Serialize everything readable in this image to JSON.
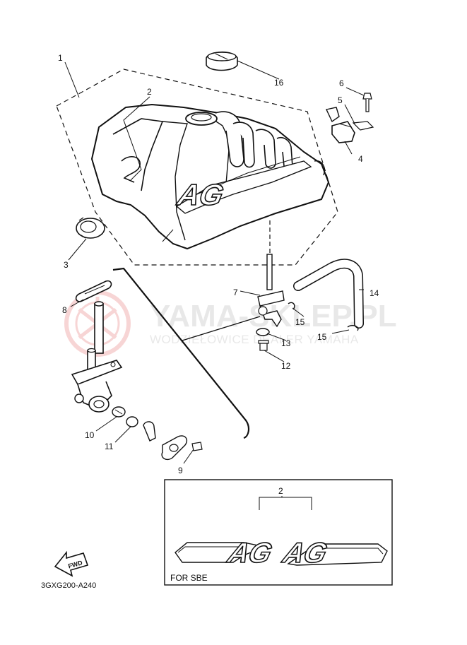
{
  "diagram": {
    "callouts": [
      {
        "id": "1",
        "text": "1"
      },
      {
        "id": "2",
        "text": "2"
      },
      {
        "id": "3",
        "text": "3"
      },
      {
        "id": "4",
        "text": "4"
      },
      {
        "id": "5",
        "text": "5"
      },
      {
        "id": "6",
        "text": "6"
      },
      {
        "id": "7",
        "text": "7"
      },
      {
        "id": "8",
        "text": "8"
      },
      {
        "id": "9",
        "text": "9"
      },
      {
        "id": "10",
        "text": "10"
      },
      {
        "id": "11",
        "text": "11"
      },
      {
        "id": "12",
        "text": "12"
      },
      {
        "id": "13",
        "text": "13"
      },
      {
        "id": "14",
        "text": "14"
      },
      {
        "id": "15a",
        "text": "15"
      },
      {
        "id": "15b",
        "text": "15"
      },
      {
        "id": "16",
        "text": "16"
      },
      {
        "id": "2b",
        "text": "2"
      }
    ],
    "tank_decal": "AG",
    "inset": {
      "caption": "FOR SBE",
      "decal_left": "AG",
      "decal_right": "AG"
    },
    "fwd_arrow": "FWD",
    "diagram_code": "3GXG200-A240"
  },
  "watermark": {
    "title": "YAMA-SKLEP.PL",
    "subtitle": "WODZIEŁOWICE DEALER YAMAHA"
  }
}
